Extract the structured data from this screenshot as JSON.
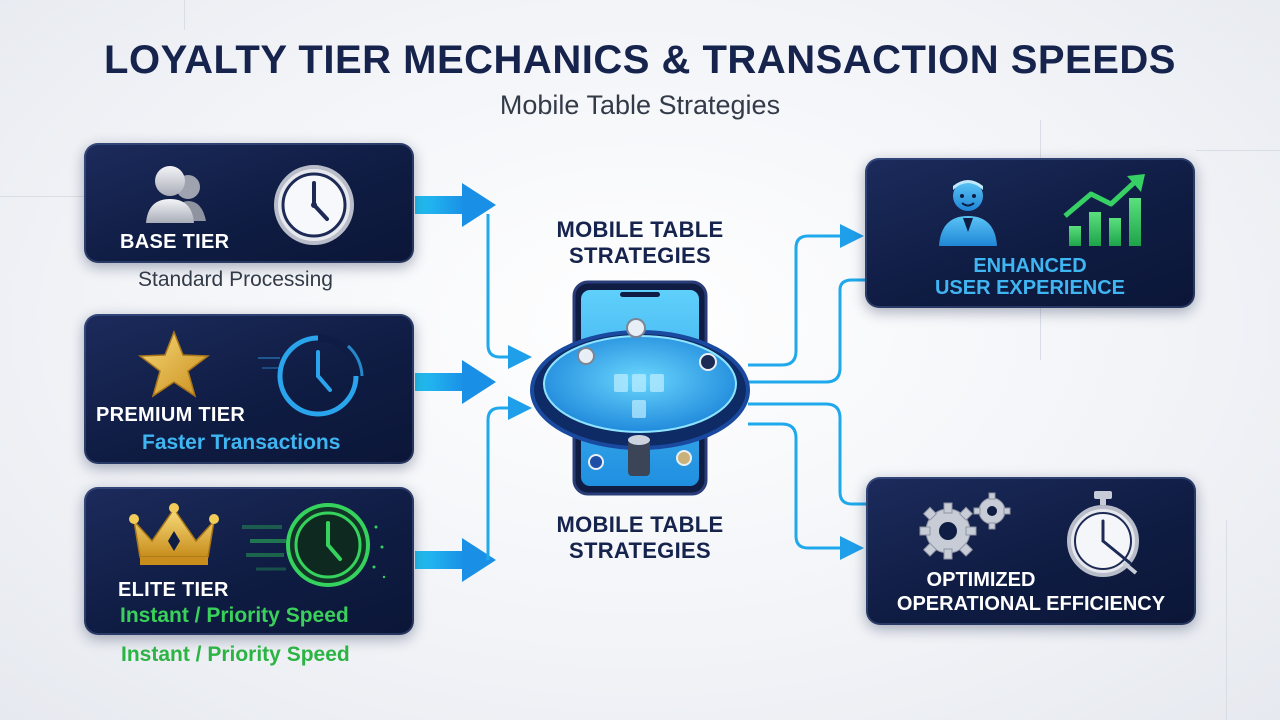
{
  "title": "LOYALTY TIER MECHANICS & TRANSACTION SPEEDS",
  "subtitle": "Mobile Table Strategies",
  "tiers": [
    {
      "name": "BASE TIER",
      "caption_below": "Standard Processing"
    },
    {
      "name": "PREMIUM TIER",
      "speed": "Faster Transactions"
    },
    {
      "name": "ELITE TIER",
      "speed": "Instant / Priority Speed",
      "caption_below": "Instant / Priority Speed"
    }
  ],
  "center": {
    "label_top": "MOBILE TABLE STRATEGIES",
    "label_bottom": "MOBILE TABLE STRATEGIES"
  },
  "outcomes": [
    {
      "line1": "ENHANCED",
      "line2": "USER EXPERIENCE"
    },
    {
      "line1": "OPTIMIZED",
      "line2": "OPERATIONAL EFFICIENCY"
    }
  ],
  "colors": {
    "navy": "#15234d",
    "card": "#0f1c43",
    "arrow": "#1fa9ec",
    "premium_text": "#3fb6f2",
    "elite_text": "#3ad15a",
    "enhanced_text": "#3fb6f2",
    "gold": "#e7b53a"
  },
  "icons": [
    "user-icon",
    "clock-icon",
    "star-icon",
    "fast-clock-icon",
    "crown-icon",
    "elite-clock-icon",
    "phone-poker-table-icon",
    "support-agent-icon",
    "growth-chart-icon",
    "gears-icon",
    "stopwatch-icon"
  ]
}
